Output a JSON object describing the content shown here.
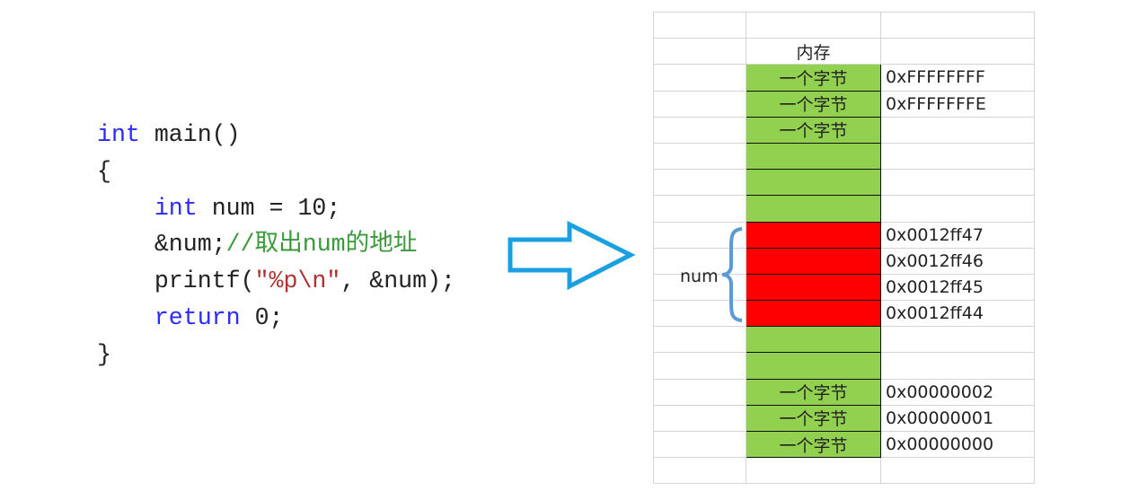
{
  "code": {
    "lines": [
      {
        "parts": [
          {
            "t": "int",
            "c": "kw"
          },
          {
            "t": " main()",
            "c": ""
          }
        ]
      },
      {
        "parts": [
          {
            "t": "{",
            "c": ""
          }
        ]
      },
      {
        "parts": [
          {
            "t": "    ",
            "c": ""
          },
          {
            "t": "int",
            "c": "kw"
          },
          {
            "t": " num = 10;",
            "c": ""
          }
        ]
      },
      {
        "parts": [
          {
            "t": "    &num;",
            "c": ""
          },
          {
            "t": "//取出num的地址",
            "c": "cm"
          }
        ]
      },
      {
        "parts": [
          {
            "t": "    printf(",
            "c": ""
          },
          {
            "t": "\"%p\\n\"",
            "c": "str"
          },
          {
            "t": ", &num);",
            "c": ""
          }
        ]
      },
      {
        "parts": [
          {
            "t": "    ",
            "c": ""
          },
          {
            "t": "return",
            "c": "kw"
          },
          {
            "t": " 0;",
            "c": ""
          }
        ]
      },
      {
        "parts": [
          {
            "t": "}",
            "c": ""
          }
        ]
      }
    ]
  },
  "colors": {
    "green": "#92d050",
    "red": "#ff0000",
    "arrow": "#1a9fe0",
    "brace": "#5b9bd5"
  },
  "memory": {
    "header": "内存",
    "variable_label": "num",
    "rows": [
      {
        "fill": "",
        "label": "",
        "addr": ""
      },
      {
        "fill": "",
        "label": "内存",
        "addr": ""
      },
      {
        "fill": "green",
        "label": "一个字节",
        "addr": "0xFFFFFFFF"
      },
      {
        "fill": "green",
        "label": "一个字节",
        "addr": "0xFFFFFFFE"
      },
      {
        "fill": "green",
        "label": "一个字节",
        "addr": ""
      },
      {
        "fill": "green",
        "label": "",
        "addr": ""
      },
      {
        "fill": "green",
        "label": "",
        "addr": ""
      },
      {
        "fill": "green",
        "label": "",
        "addr": ""
      },
      {
        "fill": "red",
        "label": "",
        "addr": "0x0012ff47"
      },
      {
        "fill": "red",
        "label": "",
        "addr": "0x0012ff46"
      },
      {
        "fill": "red",
        "label": "",
        "addr": "0x0012ff45"
      },
      {
        "fill": "red",
        "label": "",
        "addr": "0x0012ff44"
      },
      {
        "fill": "green",
        "label": "",
        "addr": ""
      },
      {
        "fill": "green",
        "label": "",
        "addr": ""
      },
      {
        "fill": "green",
        "label": "一个字节",
        "addr": "0x00000002"
      },
      {
        "fill": "green",
        "label": "一个字节",
        "addr": "0x00000001"
      },
      {
        "fill": "green",
        "label": "一个字节",
        "addr": "0x00000000"
      },
      {
        "fill": "",
        "label": "",
        "addr": ""
      }
    ]
  }
}
